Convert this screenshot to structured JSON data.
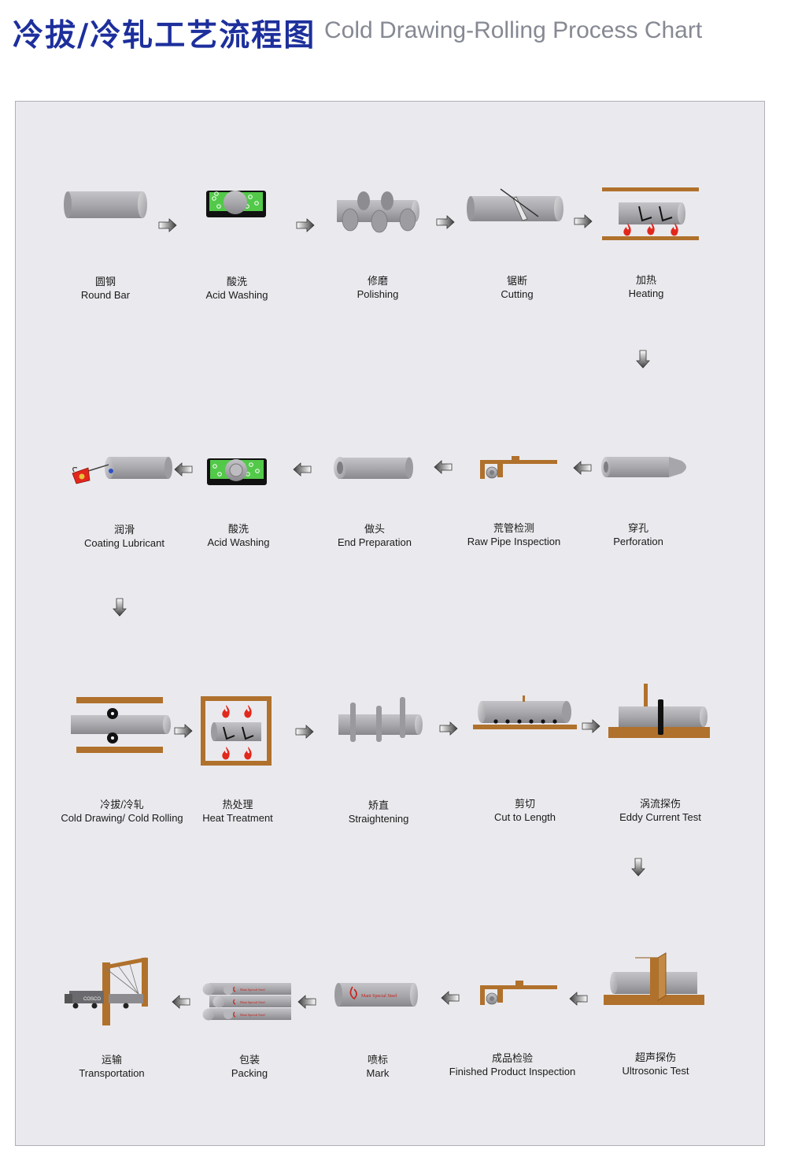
{
  "header": {
    "title_zh": "冷拔/冷轧工艺流程图",
    "title_en": "Cold Drawing-Rolling Process Chart"
  },
  "steps": [
    {
      "zh": "圆钢",
      "en": "Round Bar"
    },
    {
      "zh": "酸洗",
      "en": "Acid Washing"
    },
    {
      "zh": "修磨",
      "en": "Polishing"
    },
    {
      "zh": "锯断",
      "en": "Cutting"
    },
    {
      "zh": "加热",
      "en": "Heating"
    },
    {
      "zh": "穿孔",
      "en": "Perforation"
    },
    {
      "zh": "荒管检测",
      "en": "Raw Pipe Inspection"
    },
    {
      "zh": "做头",
      "en": "End Preparation"
    },
    {
      "zh": "酸洗",
      "en": "Acid Washing"
    },
    {
      "zh": "润滑",
      "en": "Coating Lubricant"
    },
    {
      "zh": "冷拔/冷轧",
      "en": "Cold Drawing/ Cold Rolling"
    },
    {
      "zh": "热处理",
      "en": "Heat Treatment"
    },
    {
      "zh": "矫直",
      "en": "Straightening"
    },
    {
      "zh": "剪切",
      "en": "Cut to Length"
    },
    {
      "zh": "涡流探伤",
      "en": "Eddy Current Test"
    },
    {
      "zh": "超声探伤",
      "en": "Ultrosonic Test"
    },
    {
      "zh": "成品检验",
      "en": "Finished Product Inspection"
    },
    {
      "zh": "喷标",
      "en": "Mark"
    },
    {
      "zh": "包装",
      "en": "Packing"
    },
    {
      "zh": "运输",
      "en": "Transportation"
    }
  ],
  "icon_texts": {
    "mark_brand": "Mani Special Steel",
    "truck_brand": "COSCO"
  },
  "colors": {
    "title_blue": "#1d2f9c",
    "title_gray": "#868993",
    "pipe_gray": "#a7a7ab",
    "wood_brown": "#b0712c",
    "acid_green": "#53c94a",
    "flame_red": "#e2271c",
    "panel_bg": "#eaeaee"
  }
}
